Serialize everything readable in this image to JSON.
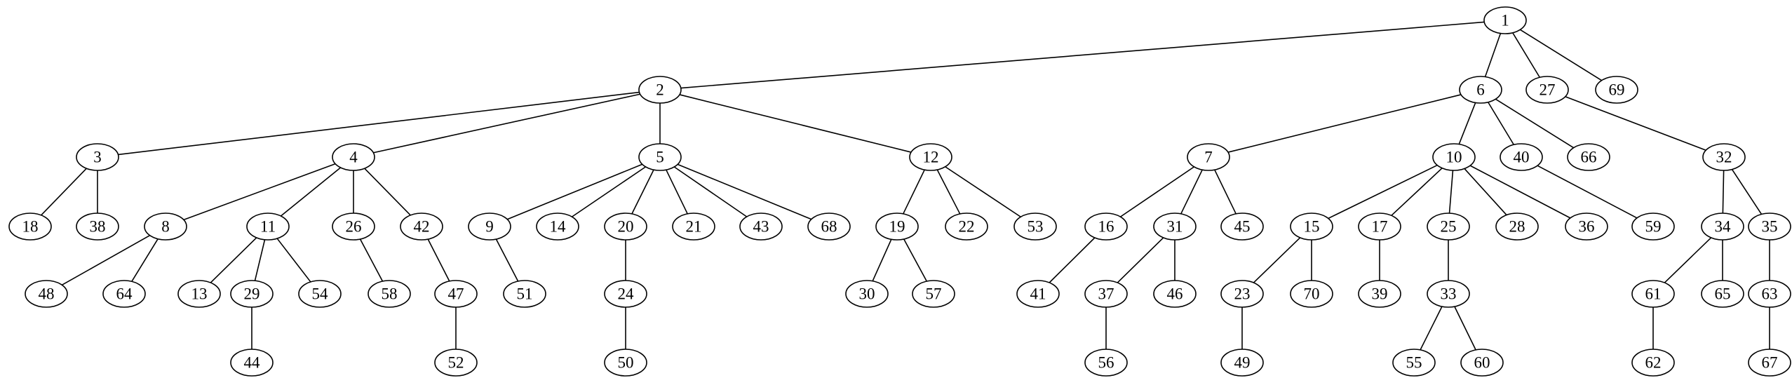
{
  "tree": {
    "nodes": [
      {
        "id": "1"
      },
      {
        "id": "2"
      },
      {
        "id": "3"
      },
      {
        "id": "4"
      },
      {
        "id": "5"
      },
      {
        "id": "6"
      },
      {
        "id": "7"
      },
      {
        "id": "8"
      },
      {
        "id": "9"
      },
      {
        "id": "10"
      },
      {
        "id": "11"
      },
      {
        "id": "12"
      },
      {
        "id": "13"
      },
      {
        "id": "14"
      },
      {
        "id": "15"
      },
      {
        "id": "16"
      },
      {
        "id": "17"
      },
      {
        "id": "18"
      },
      {
        "id": "19"
      },
      {
        "id": "20"
      },
      {
        "id": "21"
      },
      {
        "id": "22"
      },
      {
        "id": "23"
      },
      {
        "id": "24"
      },
      {
        "id": "25"
      },
      {
        "id": "26"
      },
      {
        "id": "27"
      },
      {
        "id": "28"
      },
      {
        "id": "29"
      },
      {
        "id": "30"
      },
      {
        "id": "31"
      },
      {
        "id": "32"
      },
      {
        "id": "33"
      },
      {
        "id": "34"
      },
      {
        "id": "35"
      },
      {
        "id": "36"
      },
      {
        "id": "37"
      },
      {
        "id": "38"
      },
      {
        "id": "39"
      },
      {
        "id": "40"
      },
      {
        "id": "41"
      },
      {
        "id": "42"
      },
      {
        "id": "43"
      },
      {
        "id": "44"
      },
      {
        "id": "45"
      },
      {
        "id": "46"
      },
      {
        "id": "47"
      },
      {
        "id": "48"
      },
      {
        "id": "49"
      },
      {
        "id": "50"
      },
      {
        "id": "51"
      },
      {
        "id": "52"
      },
      {
        "id": "53"
      },
      {
        "id": "54"
      },
      {
        "id": "55"
      },
      {
        "id": "56"
      },
      {
        "id": "57"
      },
      {
        "id": "58"
      },
      {
        "id": "59"
      },
      {
        "id": "60"
      },
      {
        "id": "61"
      },
      {
        "id": "62"
      },
      {
        "id": "63"
      },
      {
        "id": "64"
      },
      {
        "id": "65"
      },
      {
        "id": "66"
      },
      {
        "id": "67"
      },
      {
        "id": "68"
      },
      {
        "id": "69"
      },
      {
        "id": "70"
      }
    ],
    "edges": [
      [
        "1",
        "2"
      ],
      [
        "1",
        "6"
      ],
      [
        "1",
        "27"
      ],
      [
        "1",
        "69"
      ],
      [
        "2",
        "3"
      ],
      [
        "2",
        "4"
      ],
      [
        "2",
        "5"
      ],
      [
        "2",
        "12"
      ],
      [
        "6",
        "7"
      ],
      [
        "6",
        "10"
      ],
      [
        "6",
        "40"
      ],
      [
        "6",
        "66"
      ],
      [
        "27",
        "32"
      ],
      [
        "3",
        "18"
      ],
      [
        "3",
        "38"
      ],
      [
        "4",
        "8"
      ],
      [
        "4",
        "11"
      ],
      [
        "4",
        "26"
      ],
      [
        "4",
        "42"
      ],
      [
        "5",
        "9"
      ],
      [
        "5",
        "14"
      ],
      [
        "5",
        "20"
      ],
      [
        "5",
        "21"
      ],
      [
        "5",
        "43"
      ],
      [
        "5",
        "68"
      ],
      [
        "12",
        "19"
      ],
      [
        "12",
        "22"
      ],
      [
        "12",
        "53"
      ],
      [
        "7",
        "16"
      ],
      [
        "7",
        "31"
      ],
      [
        "7",
        "45"
      ],
      [
        "10",
        "15"
      ],
      [
        "10",
        "17"
      ],
      [
        "10",
        "25"
      ],
      [
        "10",
        "28"
      ],
      [
        "10",
        "36"
      ],
      [
        "40",
        "59"
      ],
      [
        "32",
        "34"
      ],
      [
        "32",
        "35"
      ],
      [
        "8",
        "48"
      ],
      [
        "8",
        "64"
      ],
      [
        "11",
        "13"
      ],
      [
        "11",
        "29"
      ],
      [
        "11",
        "54"
      ],
      [
        "26",
        "58"
      ],
      [
        "42",
        "47"
      ],
      [
        "9",
        "51"
      ],
      [
        "20",
        "24"
      ],
      [
        "19",
        "30"
      ],
      [
        "19",
        "57"
      ],
      [
        "16",
        "41"
      ],
      [
        "31",
        "37"
      ],
      [
        "31",
        "46"
      ],
      [
        "15",
        "23"
      ],
      [
        "15",
        "70"
      ],
      [
        "17",
        "39"
      ],
      [
        "25",
        "33"
      ],
      [
        "34",
        "61"
      ],
      [
        "34",
        "65"
      ],
      [
        "35",
        "63"
      ],
      [
        "29",
        "44"
      ],
      [
        "47",
        "52"
      ],
      [
        "24",
        "50"
      ],
      [
        "37",
        "56"
      ],
      [
        "23",
        "49"
      ],
      [
        "33",
        "55"
      ],
      [
        "33",
        "60"
      ],
      [
        "61",
        "62"
      ],
      [
        "63",
        "67"
      ]
    ]
  }
}
